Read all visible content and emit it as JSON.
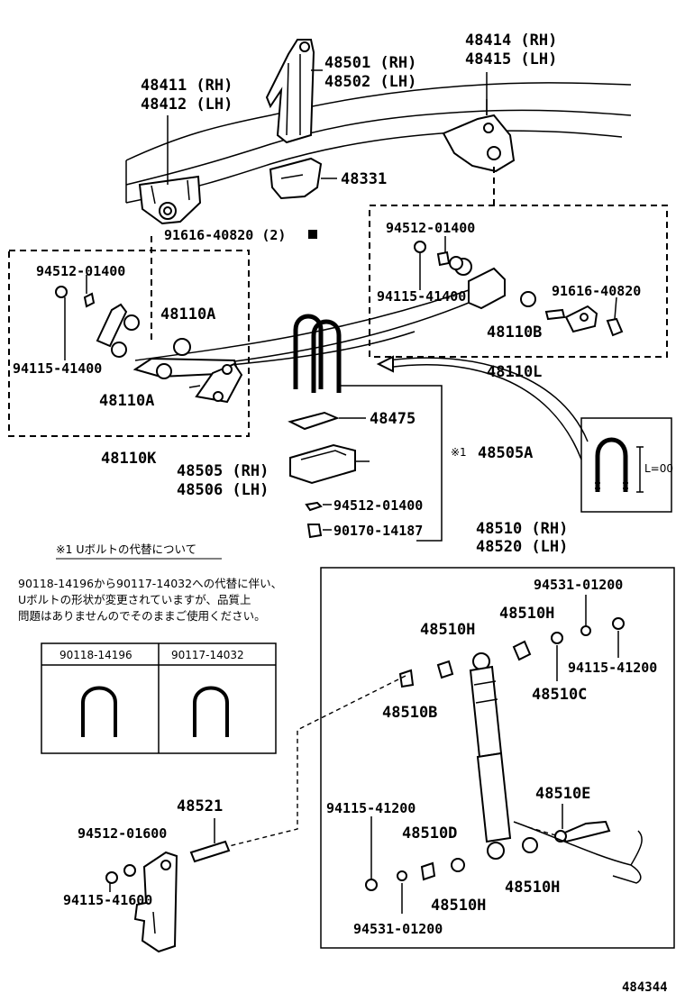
{
  "labels": {
    "frame_rh": "48411 (RH)",
    "frame_lh": "48412 (LH)",
    "bracket_rh": "48501 (RH)",
    "bracket_lh": "48502 (LH)",
    "hanger_rh": "48414 (RH)",
    "hanger_lh": "48415 (LH)",
    "bumper": "48331",
    "bolt_front": "91616-40820 (2)",
    "nut_left": "94512-01400",
    "washer_left": "94115-41400",
    "bushing_a1": "48110A",
    "bushing_a2": "48110A",
    "kit_k": "48110K",
    "nut_right": "94512-01400",
    "washer_right": "94115-41400",
    "bolt_right": "91616-40820",
    "bushing_b": "48110B",
    "kit_l": "48110L",
    "pad": "48475",
    "seat_rh": "48505 (RH)",
    "seat_lh": "48506 (LH)",
    "ubolt": "48505A",
    "ubolt_mark": "※1",
    "washer_ubolt": "94512-01400",
    "nut_ubolt": "90170-14187",
    "ubolt_len": "L=00",
    "absorber_rh": "48510 (RH)",
    "absorber_lh": "48520 (LH)",
    "nut_top": "94531-01200",
    "cushion_h_top1": "48510H",
    "cushion_h_top2": "48510H",
    "washer_top": "94115-41200",
    "cushion_b": "48510B",
    "retainer_c": "48510C",
    "bolt_e": "48510E",
    "washer_bottom": "94115-41200",
    "retainer_d": "48510D",
    "cushion_h_bottom1": "48510H",
    "cushion_h_bottom2": "48510H",
    "nut_bottom": "94531-01200",
    "stud": "48521",
    "nut_stud": "94512-01600",
    "washer_stud": "94115-41600",
    "diagram_id": "484344"
  },
  "note": {
    "title": "※1 Uボルトの代替について",
    "line1": "90118-14196から90117-14032への代替に伴い、",
    "line2": "Uボルトの形状が変更されていますが、品質上",
    "line3": "問題はありませんのでそのままご使用ください。",
    "col1": "90118-14196",
    "col2": "90117-14032"
  }
}
